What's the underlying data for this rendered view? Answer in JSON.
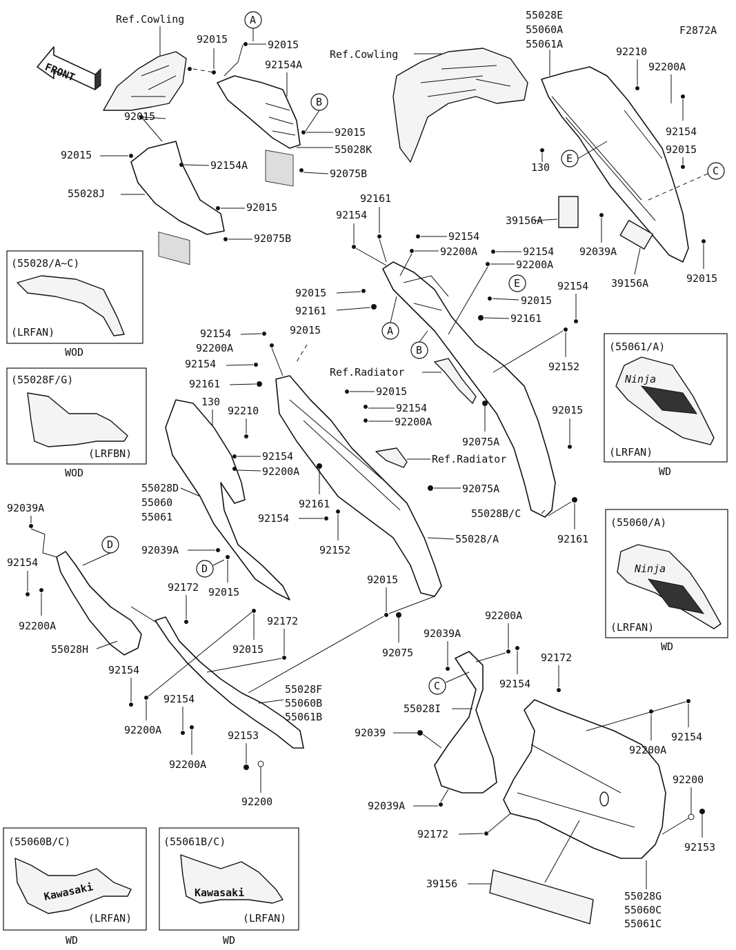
{
  "figure_code": "F2872A",
  "front_arrow": "FRONT",
  "refs": {
    "cowling_left": "Ref.Cowling",
    "cowling_right": "Ref.Cowling",
    "radiator_1": "Ref.Radiator",
    "radiator_2": "Ref.Radiator"
  },
  "callout_letters": [
    "A",
    "B",
    "C",
    "D",
    "E"
  ],
  "variant_boxes": [
    {
      "title": "(55028/A~C)",
      "code": "(LRFAN)",
      "caption": "WOD"
    },
    {
      "title": "(55028F/G)",
      "code": "(LRFBN)",
      "caption": "WOD"
    },
    {
      "title": "(55061/A)",
      "code": "(LRFAN)",
      "caption": "WD"
    },
    {
      "title": "(55060/A)",
      "code": "(LRFAN)",
      "caption": "WD"
    },
    {
      "title": "(55060B/C)",
      "code": "(LRFAN)",
      "caption": "WD"
    },
    {
      "title": "(55061B/C)",
      "code": "(LRFAN)",
      "caption": "WD"
    }
  ],
  "decal_text": {
    "ninja": "Ninja",
    "kawasaki": "Kawasaki"
  },
  "labels": [
    "92015",
    "92015",
    "92154A",
    "92015",
    "92015",
    "55028K",
    "92075B",
    "92015",
    "92154A",
    "55028J",
    "92015",
    "92075B",
    "55028E",
    "55060A",
    "55061A",
    "92210",
    "92200A",
    "92154",
    "92015",
    "130",
    "39156A",
    "92039A",
    "39156A",
    "92015",
    "92161",
    "92154",
    "92154",
    "92200A",
    "92154",
    "92200A",
    "92015",
    "92161",
    "92015",
    "92161",
    "92154",
    "92152",
    "92154",
    "92200A",
    "92015",
    "92154",
    "92161",
    "130",
    "92210",
    "92015",
    "92154",
    "92200A",
    "92075A",
    "92154",
    "92200A",
    "55028D",
    "55060",
    "55061",
    "92015",
    "92161",
    "92154",
    "92152",
    "92075A",
    "55028B/C",
    "92161",
    "55028/A",
    "92039A",
    "92154",
    "92039A",
    "92172",
    "92015",
    "92200A",
    "55028H",
    "92015",
    "92172",
    "92015",
    "92075",
    "92154",
    "92154",
    "92200A",
    "55028F",
    "55060B",
    "55061B",
    "92153",
    "92200A",
    "92200",
    "92039A",
    "92200A",
    "92154",
    "92172",
    "55028I",
    "92039",
    "92154",
    "92200A",
    "92200",
    "92153",
    "92039A",
    "92172",
    "39156",
    "55028G",
    "55060C",
    "55061C"
  ]
}
